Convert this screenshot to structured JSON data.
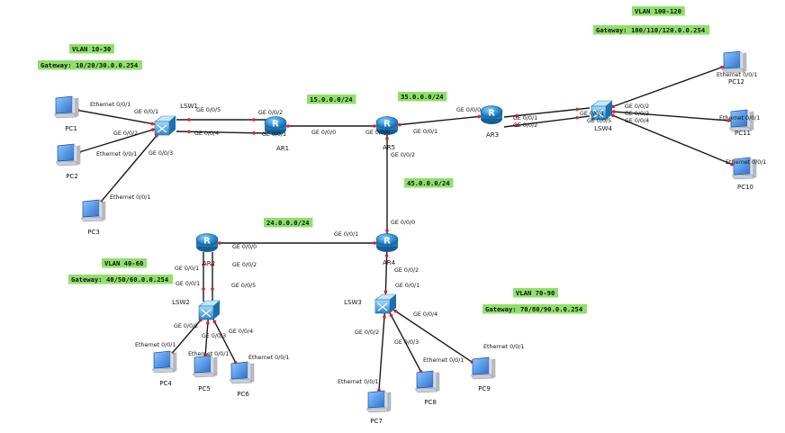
{
  "networks": [
    {
      "id": "vlan_10_30",
      "lines": [
        "VLAN 10-30",
        "Gateway: 10/20/30.0.0.254"
      ]
    },
    {
      "id": "vlan_100_120",
      "lines": [
        "VLAN 100-120",
        "Gateway: 100/110/120.0.0.254"
      ]
    },
    {
      "id": "net_15",
      "lines": [
        "15.0.0.0/24"
      ]
    },
    {
      "id": "net_35",
      "lines": [
        "35.0.0.0/24"
      ]
    },
    {
      "id": "net_45",
      "lines": [
        "45.0.0.0/24"
      ]
    },
    {
      "id": "net_24",
      "lines": [
        "24.0.0.0/24"
      ]
    },
    {
      "id": "vlan_40_60",
      "lines": [
        "VLAN 40-60",
        "Gateway: 40/50/60.0.0.254"
      ]
    },
    {
      "id": "vlan_70_90",
      "lines": [
        "VLAN 70-90",
        "Gateway: 70/80/90.0.0.254"
      ]
    }
  ],
  "devices": [
    {
      "id": "LSW1",
      "type": "switch",
      "label": "LSW1"
    },
    {
      "id": "AR1",
      "type": "router",
      "label": "AR1"
    },
    {
      "id": "AR5",
      "type": "router",
      "label": "AR5"
    },
    {
      "id": "AR3",
      "type": "router",
      "label": "AR3"
    },
    {
      "id": "LSW4",
      "type": "switch",
      "label": "LSW4"
    },
    {
      "id": "AR2",
      "type": "router",
      "label": "AR2"
    },
    {
      "id": "AR4",
      "type": "router",
      "label": "AR4"
    },
    {
      "id": "LSW2",
      "type": "switch",
      "label": "LSW2"
    },
    {
      "id": "LSW3",
      "type": "switch",
      "label": "LSW3"
    },
    {
      "id": "PC1",
      "type": "pc",
      "label": "PC1"
    },
    {
      "id": "PC2",
      "type": "pc",
      "label": "PC2"
    },
    {
      "id": "PC3",
      "type": "pc",
      "label": "PC3"
    },
    {
      "id": "PC4",
      "type": "pc",
      "label": "PC4"
    },
    {
      "id": "PC5",
      "type": "pc",
      "label": "PC5"
    },
    {
      "id": "PC6",
      "type": "pc",
      "label": "PC6"
    },
    {
      "id": "PC7",
      "type": "pc",
      "label": "PC7"
    },
    {
      "id": "PC8",
      "type": "pc",
      "label": "PC8"
    },
    {
      "id": "PC9",
      "type": "pc",
      "label": "PC9"
    },
    {
      "id": "PC10",
      "type": "pc",
      "label": "PC10"
    },
    {
      "id": "PC11",
      "type": "pc",
      "label": "PC11"
    },
    {
      "id": "PC12",
      "type": "pc",
      "label": "PC12"
    }
  ],
  "links": [
    {
      "id": "l1",
      "a": "PC1",
      "b": "LSW1",
      "a_port": "Ethernet 0/0/1",
      "b_port": "GE 0/0/1"
    },
    {
      "id": "l2",
      "a": "PC2",
      "b": "LSW1",
      "a_port": "Ethernet 0/0/1",
      "b_port": "GE 0/0/2"
    },
    {
      "id": "l3",
      "a": "PC3",
      "b": "LSW1",
      "a_port": "Ethernet 0/0/1",
      "b_port": "GE 0/0/3"
    },
    {
      "id": "l4",
      "a": "LSW1",
      "b": "AR1",
      "a_port": "GE 0/0/5",
      "b_port": "GE 0/0/2"
    },
    {
      "id": "l5",
      "a": "LSW1",
      "b": "AR1",
      "a_port": "GE 0/0/4",
      "b_port": "GE 0/0/1"
    },
    {
      "id": "l6",
      "a": "AR1",
      "b": "AR5",
      "a_port": "GE 0/0/0",
      "b_port": "GE 0/0/0"
    },
    {
      "id": "l7",
      "a": "AR5",
      "b": "AR3",
      "a_port": "GE 0/0/1",
      "b_port": "GE 0/0/0"
    },
    {
      "id": "l8",
      "a": "AR3",
      "b": "LSW4",
      "a_port": "GE 0/0/1",
      "b_port": "GE 0/0/1"
    },
    {
      "id": "l9",
      "a": "AR3",
      "b": "LSW4",
      "a_port": "GE 0/0/2",
      "b_port": "GE 0/0/5"
    },
    {
      "id": "l10",
      "a": "LSW4",
      "b": "PC12",
      "a_port": "GE 0/0/2",
      "b_port": "Ethernet 0/0/1"
    },
    {
      "id": "l11",
      "a": "LSW4",
      "b": "PC11",
      "a_port": "GE 0/0/3",
      "b_port": "Ethernet 0/0/1"
    },
    {
      "id": "l12",
      "a": "LSW4",
      "b": "PC10",
      "a_port": "GE 0/0/4",
      "b_port": "Ethernet 0/0/1"
    },
    {
      "id": "l13",
      "a": "AR5",
      "b": "AR4",
      "a_port": "GE 0/0/2",
      "b_port": "GE 0/0/0"
    },
    {
      "id": "l14",
      "a": "AR2",
      "b": "AR4",
      "a_port": "GE 0/0/0",
      "b_port": "GE 0/0/1"
    },
    {
      "id": "l15",
      "a": "AR2",
      "b": "LSW2",
      "a_port": "GE 0/0/1",
      "b_port": "GE 0/0/1"
    },
    {
      "id": "l16",
      "a": "AR2",
      "b": "LSW2",
      "a_port": "GE 0/0/2",
      "b_port": "GE 0/0/5"
    },
    {
      "id": "l17",
      "a": "LSW2",
      "b": "PC4",
      "a_port": "GE 0/0/2",
      "b_port": "Ethernet 0/0/1"
    },
    {
      "id": "l18",
      "a": "LSW2",
      "b": "PC5",
      "a_port": "GE 0/0/3",
      "b_port": "Ethernet 0/0/1"
    },
    {
      "id": "l19",
      "a": "LSW2",
      "b": "PC6",
      "a_port": "GE 0/0/4",
      "b_port": "Ethernet 0/0/1"
    },
    {
      "id": "l20",
      "a": "AR4",
      "b": "LSW3",
      "a_port": "GE 0/0/2",
      "b_port": "GE 0/0/1"
    },
    {
      "id": "l21",
      "a": "LSW3",
      "b": "PC7",
      "a_port": "GE 0/0/2",
      "b_port": "Ethernet 0/0/1"
    },
    {
      "id": "l22",
      "a": "LSW3",
      "b": "PC8",
      "a_port": "GE 0/0/3",
      "b_port": "Ethernet 0/0/1"
    },
    {
      "id": "l23",
      "a": "LSW3",
      "b": "PC9",
      "a_port": "GE 0/0/4",
      "b_port": "Ethernet 0/0/1"
    }
  ],
  "colors": {
    "label_bg": "#8fe06a",
    "router": "#2a8fd0",
    "switch": "#2a8fd0",
    "pc": "#3b82d6",
    "link_dot": "#e0202a"
  },
  "icons": {
    "router": "router-icon",
    "switch": "switch-icon",
    "pc": "pc-monitor-icon"
  }
}
